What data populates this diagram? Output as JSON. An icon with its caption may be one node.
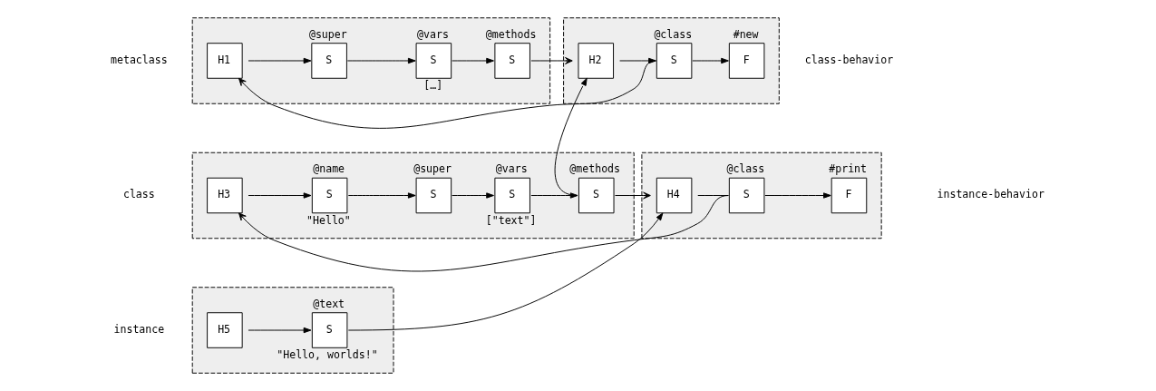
{
  "diagram": {
    "nodes": [
      {
        "text": [],
        "shape": "box"
      },
      {
        "text": [
          "H1"
        ],
        "in": 0
      },
      {
        "text": [
          "@super",
          "S"
        ],
        "in": 0
      },
      {
        "text": [
          "@vars",
          "S",
          "[…]"
        ],
        "in": 0
      },
      {
        "text": [
          "@methods",
          "S"
        ],
        "in": 0
      },
      {
        "text": [],
        "shape": "box"
      },
      {
        "text": [
          "H2"
        ],
        "in": 5
      },
      {
        "text": [
          "@class",
          "S"
        ],
        "in": 5
      },
      {
        "text": [
          "#new",
          "F"
        ],
        "in": 5
      },
      {
        "text": [],
        "shape": "box"
      },
      {
        "text": [
          "H3"
        ],
        "in": 9
      },
      {
        "text": [
          "@name",
          "S",
          "\"Hello\""
        ],
        "in": 9
      },
      {
        "text": [
          "@super",
          "S"
        ],
        "in": 9
      },
      {
        "text": [
          "@vars",
          "S",
          "[\"text\"]"
        ],
        "in": 9
      },
      {
        "text": [
          "@methods",
          "S"
        ],
        "in": 9
      },
      {
        "text": [],
        "shape": "box"
      },
      {
        "text": [
          "H4"
        ],
        "in": 15
      },
      {
        "text": [
          "@class",
          "S"
        ],
        "in": 15
      },
      {
        "text": [
          "#print",
          "F"
        ],
        "in": 15
      },
      {
        "text": [],
        "shape": "box"
      },
      {
        "text": [
          "H5"
        ],
        "in": 19
      },
      {
        "text": [
          "@text",
          "S",
          "\"Hello, worlds!\""
        ],
        "in": 19
      }
    ],
    "edges": [
      {
        "from": 1,
        "to": 2,
        "arrow": "to"
      },
      {
        "from": 2,
        "to": 3,
        "arrow": "to"
      },
      {
        "from": 3,
        "to": 4,
        "arrow": "to"
      },
      {
        "from": 4,
        "to": 6,
        "arrow": "to"
      },
      {
        "from": 6,
        "to": 7,
        "arrow": "to"
      },
      {
        "from": 7,
        "to": 8,
        "arrow": "to"
      },
      {
        "from": 7,
        "to": 1,
        "arrow": "to"
      },
      {
        "from": 10,
        "to": 11,
        "arrow": "to"
      },
      {
        "from": 11,
        "to": 12,
        "arrow": "to"
      },
      {
        "from": 12,
        "to": 13,
        "arrow": "to"
      },
      {
        "from": 13,
        "to": 14,
        "arrow": "to"
      },
      {
        "from": 14,
        "to": 16,
        "arrow": "to"
      },
      {
        "from": 14,
        "to": 6,
        "arrow": "to"
      },
      {
        "from": 16,
        "to": 17,
        "arrow": "none"
      },
      {
        "from": 17,
        "to": 18,
        "arrow": "to"
      },
      {
        "from": 17,
        "to": 10,
        "arrow": "to"
      },
      {
        "from": 20,
        "to": 21,
        "arrow": "to"
      },
      {
        "from": 21,
        "to": 16,
        "arrow": "to"
      }
    ],
    "labels": [
      "metaclass",
      "class-behavior",
      "class",
      "instance-behavior",
      "instance"
    ]
  }
}
